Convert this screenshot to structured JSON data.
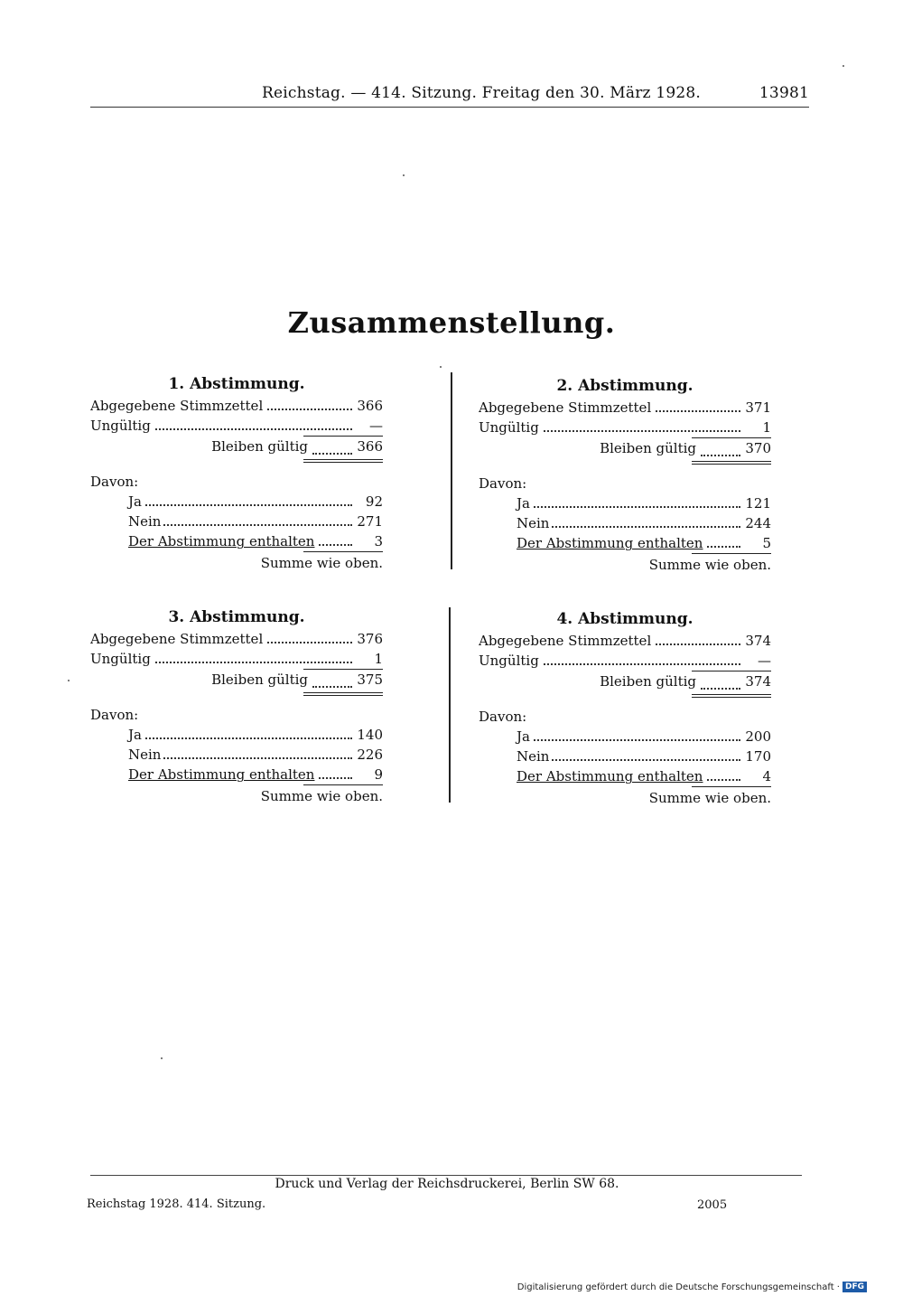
{
  "header": {
    "running_head": "Reichstag. — 414. Sitzung. Freitag den 30. März 1928.",
    "page_number": "13981"
  },
  "title": "Zusammenstellung.",
  "votes": [
    {
      "title": "1. Abstimmung.",
      "abgegebene_label": "Abgegebene Stimmzettel",
      "abgegebene": "366",
      "ungueltig_label": "Ungültig",
      "ungueltig": "—",
      "bleiben_label": "Bleiben gültig",
      "bleiben": "366",
      "davon_label": "Davon:",
      "ja_label": "Ja",
      "ja": "92",
      "nein_label": "Nein",
      "nein": "271",
      "enthalten_label": "Der Abstimmung enthalten",
      "enthalten": "3",
      "summe": "Summe wie oben."
    },
    {
      "title": "2. Abstimmung.",
      "abgegebene_label": "Abgegebene Stimmzettel",
      "abgegebene": "371",
      "ungueltig_label": "Ungültig",
      "ungueltig": "1",
      "bleiben_label": "Bleiben gültig",
      "bleiben": "370",
      "davon_label": "Davon:",
      "ja_label": "Ja",
      "ja": "121",
      "nein_label": "Nein",
      "nein": "244",
      "enthalten_label": "Der Abstimmung enthalten",
      "enthalten": "5",
      "summe": "Summe wie oben."
    },
    {
      "title": "3. Abstimmung.",
      "abgegebene_label": "Abgegebene Stimmzettel",
      "abgegebene": "376",
      "ungueltig_label": "Ungültig",
      "ungueltig": "1",
      "bleiben_label": "Bleiben gültig",
      "bleiben": "375",
      "davon_label": "Davon:",
      "ja_label": "Ja",
      "ja": "140",
      "nein_label": "Nein",
      "nein": "226",
      "enthalten_label": "Der Abstimmung enthalten",
      "enthalten": "9",
      "summe": "Summe wie oben."
    },
    {
      "title": "4. Abstimmung.",
      "abgegebene_label": "Abgegebene Stimmzettel",
      "abgegebene": "374",
      "ungueltig_label": "Ungültig",
      "ungueltig": "—",
      "bleiben_label": "Bleiben gültig",
      "bleiben": "374",
      "davon_label": "Davon:",
      "ja_label": "Ja",
      "ja": "200",
      "nein_label": "Nein",
      "nein": "170",
      "enthalten_label": "Der Abstimmung enthalten",
      "enthalten": "4",
      "summe": "Summe wie oben."
    }
  ],
  "footer": {
    "printer": "Druck und Verlag der Reichsdruckerei, Berlin SW 68.",
    "left": "Reichstag 1928.  414. Sitzung.",
    "right": "2005",
    "digitization": "Digitalisierung gefördert durch die Deutsche Forschungsgemeinschaft ·",
    "dfg_logo": "DFG"
  }
}
